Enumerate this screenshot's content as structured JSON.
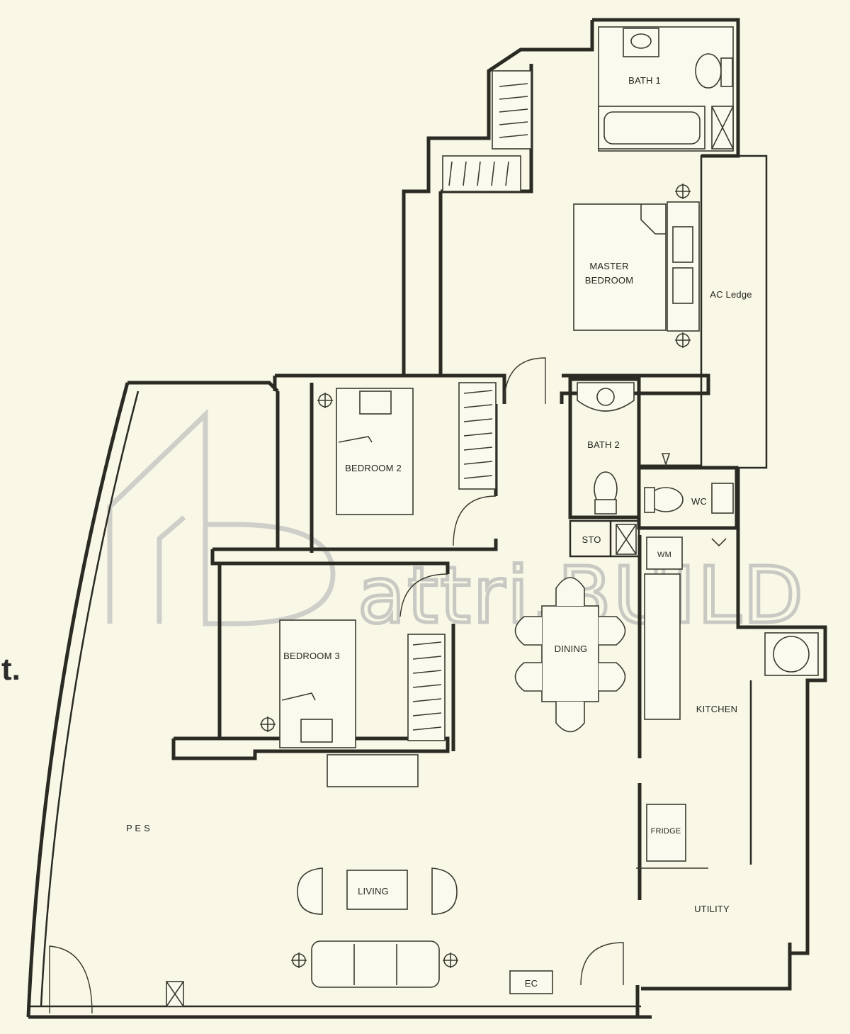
{
  "plan": {
    "rooms": {
      "bath1": "BATH 1",
      "master_bedroom_line1": "MASTER",
      "master_bedroom_line2": "BEDROOM",
      "ac_ledge": "AC Ledge",
      "bedroom2": "BEDROOM 2",
      "bath2": "BATH 2",
      "wc": "WC",
      "sto": "STO",
      "wm": "WM",
      "dining": "DINING",
      "bedroom3": "BEDROOM 3",
      "kitchen": "KITCHEN",
      "pes": "P E S",
      "fridge": "FRIDGE",
      "living": "LIVING",
      "utility": "UTILITY",
      "ec": "EC"
    },
    "side_glyph": "t."
  },
  "watermark": {
    "text": "attri.BUILD"
  },
  "colors": {
    "background": "#f9f7e6",
    "walls": "#2b2b24",
    "watermark": "#c9c9c4"
  }
}
